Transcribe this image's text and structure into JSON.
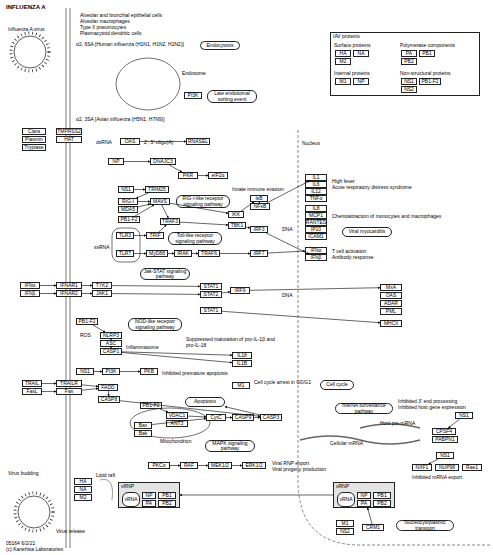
{
  "diagram": {
    "title": "INFLUENZA A",
    "nodes": [
      {
        "text": [
          "Endocytosis"
        ]
      },
      {
        "text": [
          "PI3K"
        ]
      },
      {
        "text": [
          "Late endosomal sorting event"
        ]
      },
      {
        "text": [
          "IAV proteins"
        ]
      },
      {
        "text": [
          "HA"
        ],
        "in": 3
      },
      {
        "text": [
          "NA"
        ],
        "in": 3
      },
      {
        "text": [
          "M2"
        ],
        "in": 3
      },
      {
        "text": [
          "PA"
        ],
        "in": 3
      },
      {
        "text": [
          "PB1"
        ],
        "in": 3
      },
      {
        "text": [
          "PB2"
        ],
        "in": 3
      },
      {
        "text": [
          "M1"
        ],
        "in": 3
      },
      {
        "text": [
          "NP"
        ],
        "in": 3
      },
      {
        "text": [
          "NS1"
        ],
        "in": 3
      },
      {
        "text": [
          "PB1-F2"
        ],
        "in": 3
      },
      {
        "text": [
          "NS2"
        ],
        "in": 3
      },
      {
        "text": [
          "Clara"
        ]
      },
      {
        "text": [
          "Plasmin"
        ]
      },
      {
        "text": [
          "Tryptase"
        ]
      },
      {
        "text": [
          "TMPRSS2"
        ]
      },
      {
        "text": [
          "HAT"
        ]
      },
      {
        "text": [
          "OAS"
        ]
      },
      {
        "text": [
          "RNASEL"
        ]
      },
      {
        "text": [
          "NP"
        ]
      },
      {
        "text": [
          "DNAJC3"
        ]
      },
      {
        "text": [
          "PKR"
        ]
      },
      {
        "text": [
          "eIF2α"
        ]
      },
      {
        "text": [
          "NS1"
        ]
      },
      {
        "text": [
          "TRIM25"
        ]
      },
      {
        "text": [
          "RIG-I"
        ]
      },
      {
        "text": [
          "MDA5"
        ]
      },
      {
        "text": [
          "MAVS"
        ]
      },
      {
        "text": [
          "RIG-I-like receptor signaling pathway"
        ]
      },
      {
        "text": [
          "PB1-F2"
        ]
      },
      {
        "text": [
          "TRAF3"
        ]
      },
      {
        "text": [
          "TBK1"
        ]
      },
      {
        "text": [
          "IKK"
        ]
      },
      {
        "text": [
          "TLR3"
        ]
      },
      {
        "text": [
          "TRIF"
        ]
      },
      {
        "text": [
          "TLR7"
        ]
      },
      {
        "text": [
          "MyD88"
        ]
      },
      {
        "text": [
          "IRAK"
        ]
      },
      {
        "text": [
          "TRAF6"
        ]
      },
      {
        "text": [
          "Toll-like receptor signaling pathway"
        ]
      },
      {
        "text": [
          "IκB"
        ]
      },
      {
        "text": [
          "NFκB"
        ]
      },
      {
        "text": [
          "IRF3"
        ]
      },
      {
        "text": [
          "IRF7"
        ]
      },
      {
        "text": [
          "IL1"
        ]
      },
      {
        "text": [
          "IL6"
        ]
      },
      {
        "text": [
          "IL12"
        ]
      },
      {
        "text": [
          "TNFα"
        ]
      },
      {
        "text": [
          "IL8"
        ]
      },
      {
        "text": [
          "MCP1"
        ]
      },
      {
        "text": [
          "RANTES"
        ]
      },
      {
        "text": [
          "IP10"
        ]
      },
      {
        "text": [
          "ICAM1"
        ]
      },
      {
        "text": [
          "IFNα"
        ]
      },
      {
        "text": [
          "IFNβ"
        ]
      },
      {
        "text": [
          "Viral myocarditis"
        ]
      },
      {
        "text": [
          "IFNα"
        ]
      },
      {
        "text": [
          "IFNβ"
        ]
      },
      {
        "text": [
          "IFNAR1"
        ]
      },
      {
        "text": [
          "IFNAR2"
        ]
      },
      {
        "text": [
          "TYK2"
        ]
      },
      {
        "text": [
          "JAK1"
        ]
      },
      {
        "text": [
          "Jak-STAT signaling pathway"
        ]
      },
      {
        "text": [
          "STAT1"
        ]
      },
      {
        "text": [
          "STAT2"
        ]
      },
      {
        "text": [
          "IRF9"
        ]
      },
      {
        "text": [
          "STAT1"
        ]
      },
      {
        "text": [
          "MxA"
        ]
      },
      {
        "text": [
          "OAS"
        ]
      },
      {
        "text": [
          "ADAR"
        ]
      },
      {
        "text": [
          "PML"
        ]
      },
      {
        "text": [
          "MHCII"
        ]
      },
      {
        "text": [
          "NOD-like receptor signaling pathway"
        ]
      },
      {
        "text": [
          "NLRP3"
        ]
      },
      {
        "text": [
          "ASC"
        ]
      },
      {
        "text": [
          "CASP1"
        ]
      },
      {
        "text": [
          "IL18"
        ]
      },
      {
        "text": [
          "IL1B"
        ]
      },
      {
        "text": [
          "PB1-F2"
        ]
      },
      {
        "text": [
          "NS1"
        ]
      },
      {
        "text": [
          "PI3K"
        ]
      },
      {
        "text": [
          "PKB"
        ]
      },
      {
        "text": [
          "TRAIL"
        ]
      },
      {
        "text": [
          "FasL"
        ]
      },
      {
        "text": [
          "TRAILR"
        ]
      },
      {
        "text": [
          "Fas"
        ]
      },
      {
        "text": [
          "FADD"
        ]
      },
      {
        "text": [
          "CASP8"
        ]
      },
      {
        "text": [
          "M1"
        ]
      },
      {
        "text": [
          "Cell cycle"
        ]
      },
      {
        "text": [
          "PB1-F2"
        ]
      },
      {
        "text": [
          "VDAC1"
        ]
      },
      {
        "text": [
          "ANT3"
        ]
      },
      {
        "text": [
          "Bax"
        ]
      },
      {
        "text": [
          "Bak"
        ]
      },
      {
        "text": [
          "CytC"
        ]
      },
      {
        "text": [
          "CASP9"
        ]
      },
      {
        "text": [
          "CASP3"
        ]
      },
      {
        "text": [
          "Apoptosis"
        ]
      },
      {
        "text": [
          "NS1"
        ]
      },
      {
        "text": [
          "miRNA surveillance pathway"
        ]
      },
      {
        "text": [
          "CPSF4"
        ]
      },
      {
        "text": [
          "PABPN1"
        ]
      },
      {
        "text": [
          "MAPK signaling pathway"
        ]
      },
      {
        "text": [
          "PKCα"
        ]
      },
      {
        "text": [
          "RAF"
        ]
      },
      {
        "text": [
          "MEK1/2"
        ]
      },
      {
        "text": [
          "ERK1/2"
        ]
      },
      {
        "text": [
          "NS1"
        ]
      },
      {
        "text": [
          "NXF1"
        ]
      },
      {
        "text": [
          "NUP98"
        ]
      },
      {
        "text": [
          "Rae1"
        ]
      },
      {
        "text": [
          "vRNP"
        ]
      },
      {
        "text": [
          "vRNA"
        ],
        "in": 115
      },
      {
        "text": [
          "NP"
        ],
        "in": 115
      },
      {
        "text": [
          "PB1"
        ],
        "in": 115
      },
      {
        "text": [
          "PA"
        ],
        "in": 115
      },
      {
        "text": [
          "PB2"
        ],
        "in": 115
      },
      {
        "text": [
          "M1"
        ]
      },
      {
        "text": [
          "NS2"
        ]
      },
      {
        "text": [
          "CRM1"
        ]
      },
      {
        "text": [
          "Nucleocytoplasmic transport"
        ]
      },
      {
        "text": [
          "vRNP"
        ]
      },
      {
        "text": [
          "vRNA"
        ],
        "in": 125
      },
      {
        "text": [
          "NP"
        ],
        "in": 125
      },
      {
        "text": [
          "PB1"
        ],
        "in": 125
      },
      {
        "text": [
          "PA"
        ],
        "in": 125
      },
      {
        "text": [
          "PB2"
        ],
        "in": 125
      },
      {
        "text": [
          "HA"
        ]
      },
      {
        "text": [
          "NA"
        ]
      },
      {
        "text": [
          "M2"
        ]
      }
    ],
    "edges": [
      {
        "from": 20,
        "to": 21,
        "arrow": "to"
      },
      {
        "from": 22,
        "to": 23,
        "arrow": "to"
      },
      {
        "from": 23,
        "to": 24,
        "arrow": "to"
      },
      {
        "from": 24,
        "to": 25,
        "arrow": "to"
      },
      {
        "from": 26,
        "to": 27,
        "arrow": "to"
      },
      {
        "from": 27,
        "to": 28,
        "arrow": "to"
      },
      {
        "from": 28,
        "to": 30,
        "arrow": "to"
      },
      {
        "from": 29,
        "to": 30,
        "arrow": "to"
      },
      {
        "from": 32,
        "to": 30,
        "arrow": "to"
      },
      {
        "from": 30,
        "to": 33,
        "arrow": "to"
      },
      {
        "from": 33,
        "to": 34,
        "arrow": "to"
      },
      {
        "from": 34,
        "to": 45,
        "arrow": "to"
      },
      {
        "from": 30,
        "to": 35,
        "arrow": "to"
      },
      {
        "from": 35,
        "to": 43,
        "arrow": "to"
      },
      {
        "from": 43,
        "to": 44,
        "arrow": "to"
      },
      {
        "from": 36,
        "to": 37,
        "arrow": "to"
      },
      {
        "from": 37,
        "to": 33,
        "arrow": "to"
      },
      {
        "from": 38,
        "to": 39,
        "arrow": "to"
      },
      {
        "from": 39,
        "to": 40,
        "arrow": "to"
      },
      {
        "from": 40,
        "to": 41,
        "arrow": "to"
      },
      {
        "from": 41,
        "to": 46,
        "arrow": "to"
      },
      {
        "from": 44,
        "to": 47,
        "arrow": "to"
      },
      {
        "from": 45,
        "to": 57,
        "arrow": "to"
      },
      {
        "from": 46,
        "to": 56,
        "arrow": "to"
      },
      {
        "from": 59,
        "to": 61,
        "arrow": "to"
      },
      {
        "from": 60,
        "to": 62,
        "arrow": "to"
      },
      {
        "from": 61,
        "to": 63,
        "arrow": "to"
      },
      {
        "from": 62,
        "to": 64,
        "arrow": "to"
      },
      {
        "from": 63,
        "to": 66,
        "arrow": "to"
      },
      {
        "from": 64,
        "to": 67,
        "arrow": "to"
      },
      {
        "from": 67,
        "to": 68,
        "arrow": "to"
      },
      {
        "from": 68,
        "to": 70,
        "arrow": "to"
      },
      {
        "from": 69,
        "to": 74,
        "arrow": "to"
      },
      {
        "from": 81,
        "to": 76,
        "arrow": "to"
      },
      {
        "from": 76,
        "to": 77,
        "arrow": "to"
      },
      {
        "from": 77,
        "to": 78,
        "arrow": "to"
      },
      {
        "from": 78,
        "to": 79,
        "arrow": "to"
      },
      {
        "from": 78,
        "to": 80,
        "arrow": "to"
      },
      {
        "from": 82,
        "to": 83,
        "arrow": "to"
      },
      {
        "from": 83,
        "to": 84,
        "arrow": "to"
      },
      {
        "from": 85,
        "to": 87,
        "arrow": "to"
      },
      {
        "from": 86,
        "to": 88,
        "arrow": "to"
      },
      {
        "from": 87,
        "to": 89,
        "arrow": "to"
      },
      {
        "from": 88,
        "to": 89,
        "arrow": "to"
      },
      {
        "from": 89,
        "to": 90,
        "arrow": "to"
      },
      {
        "from": 93,
        "to": 94,
        "arrow": "to"
      },
      {
        "from": 94,
        "to": 98,
        "arrow": "to"
      },
      {
        "from": 96,
        "to": 98,
        "arrow": "to"
      },
      {
        "from": 98,
        "to": 99,
        "arrow": "to"
      },
      {
        "from": 99,
        "to": 100,
        "arrow": "to"
      },
      {
        "from": 90,
        "to": 100,
        "arrow": "to"
      },
      {
        "from": 100,
        "to": 101,
        "arrow": "to"
      },
      {
        "from": 102,
        "to": 104,
        "arrow": "to"
      },
      {
        "from": 107,
        "to": 108,
        "arrow": "to"
      },
      {
        "from": 108,
        "to": 109,
        "arrow": "to"
      },
      {
        "from": 109,
        "to": 110,
        "arrow": "to"
      },
      {
        "from": 111,
        "to": 112,
        "arrow": "to"
      },
      {
        "from": 123,
        "to": 115,
        "arrow": "to"
      },
      {
        "from": 115,
        "to": 125,
        "arrow": "to"
      }
    ],
    "labels": [
      "Alveolar and bronchial epithelial cells",
      "Alveolar macrophages",
      "Type II pneumocytes",
      "Plasmacytoid dendritic cells",
      "Influenza A virus",
      "α2, 6SA [Human influenza (H1N1, H1N2, H2N2)]",
      "α2, 3SA [Avian influenza (H5N1, H7N9)]",
      "Endosome",
      "Surface proteins",
      "Polymerase components",
      "Internal proteins",
      "Non-structural proteins",
      "dsRNA",
      "2', 5'-oligo(A)",
      "Innate immune evasion",
      "ssRNA",
      "High fever",
      "Acute respiratory distress syndrome",
      "Chemoattraction of monocytes and macrophages",
      "T cell activation",
      "Antibody response",
      "DNA",
      "DNA",
      "ROS",
      "Inflammasome",
      "Suppressed maturation of pro-IL-1β and pro-IL-18",
      "Inhibited premature apoptosis",
      "Mitochondrion",
      "Cell cycle arrest in G0/G1",
      "Inhibited 3' end processing",
      "Inhibited host gene expression",
      "Host pre-mRNA",
      "Cellular mRNA",
      "Inhibited mRNA export",
      "Viral RNP export",
      "Viral progeny production",
      "Virus budding",
      "Virus release",
      "Lipid raft",
      "Nucleus",
      "05164 6/2/21",
      "(c) Kanehisa Laboratories"
    ]
  }
}
